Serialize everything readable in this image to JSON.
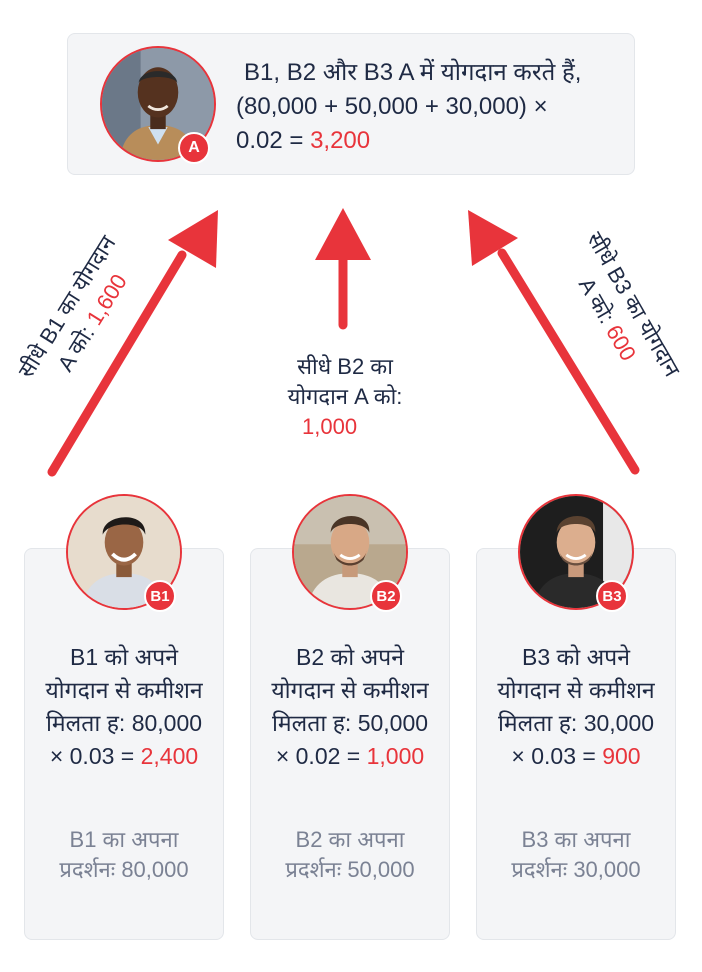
{
  "top": {
    "badge": "A",
    "line1": "B1, B2 और B3 A में योगदान करते हैं,",
    "line2": "(80,000 + 50,000 + 30,000) ×",
    "line3_prefix": "0.02 = ",
    "line3_value": "3,200"
  },
  "arrows": {
    "left": {
      "line1": "सीधे B1 का योगदान",
      "line2_prefix": "A को: ",
      "line2_value": "1,600"
    },
    "middle": {
      "line1": "सीधे B2 का",
      "line2": "योगदान A को:",
      "line3_value": "1,000"
    },
    "right": {
      "line1": "सीधे B3 का योगदान",
      "line2_prefix": "A को: ",
      "line2_value": "600"
    }
  },
  "cards": [
    {
      "badge": "B1",
      "line1": "B1 को अपने",
      "line2": "योगदान से कमीशन",
      "line3": "मिलता ह: 80,000",
      "line4_prefix": "× 0.03 = ",
      "line4_value": "2,400",
      "perf1": "B1 का अपना",
      "perf2": "प्रदर्शनः 80,000"
    },
    {
      "badge": "B2",
      "line1": "B2 को अपने",
      "line2": "योगदान से कमीशन",
      "line3": "मिलता ह: 50,000",
      "line4_prefix": "× 0.02 = ",
      "line4_value": "1,000",
      "perf1": "B2 का अपना",
      "perf2": "प्रदर्शनः 50,000"
    },
    {
      "badge": "B3",
      "line1": "B3 को अपने",
      "line2": "योगदान से कमीशन",
      "line3": "मिलता ह: 30,000",
      "line4_prefix": "× 0.03 = ",
      "line4_value": "900",
      "perf1": "B3 का अपना",
      "perf2": "प्रदर्शनः 30,000"
    }
  ],
  "colors": {
    "accent": "#e8343b",
    "text": "#1f2a44",
    "muted": "#7b8294",
    "card_bg": "#f4f5f7"
  }
}
